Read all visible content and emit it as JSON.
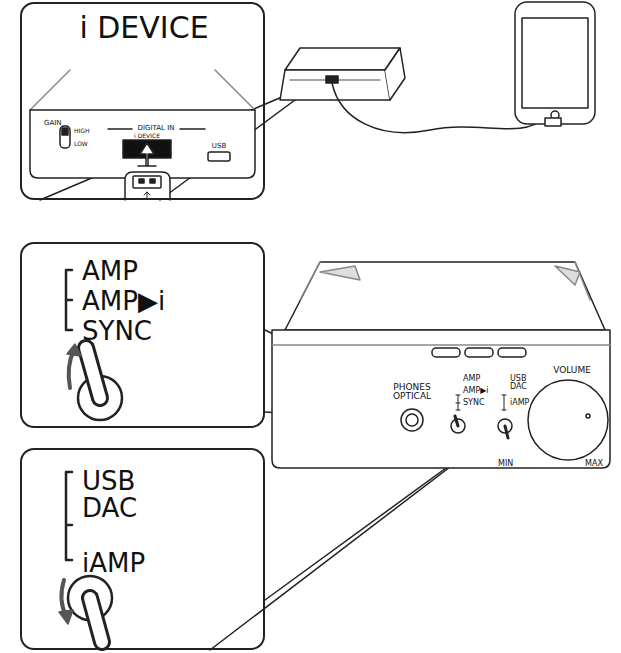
{
  "diagram": {
    "nodes": [
      {
        "text": [
          "i DEVICE"
        ]
      },
      {
        "text": [
          "AMP",
          "AMP▶i",
          "SYNC"
        ]
      },
      {
        "text": [
          "USB DAC",
          "iAMP"
        ]
      }
    ],
    "labels": [
      "GAIN",
      "HIGH",
      "LOW",
      "DIGITAL IN",
      "i DEVICE",
      "USB",
      "PHONES OPTICAL",
      "AMP",
      "AMP▶i",
      "SYNC",
      "USB DAC",
      "iAMP",
      "VOLUME",
      "MIN",
      "MAX"
    ]
  }
}
